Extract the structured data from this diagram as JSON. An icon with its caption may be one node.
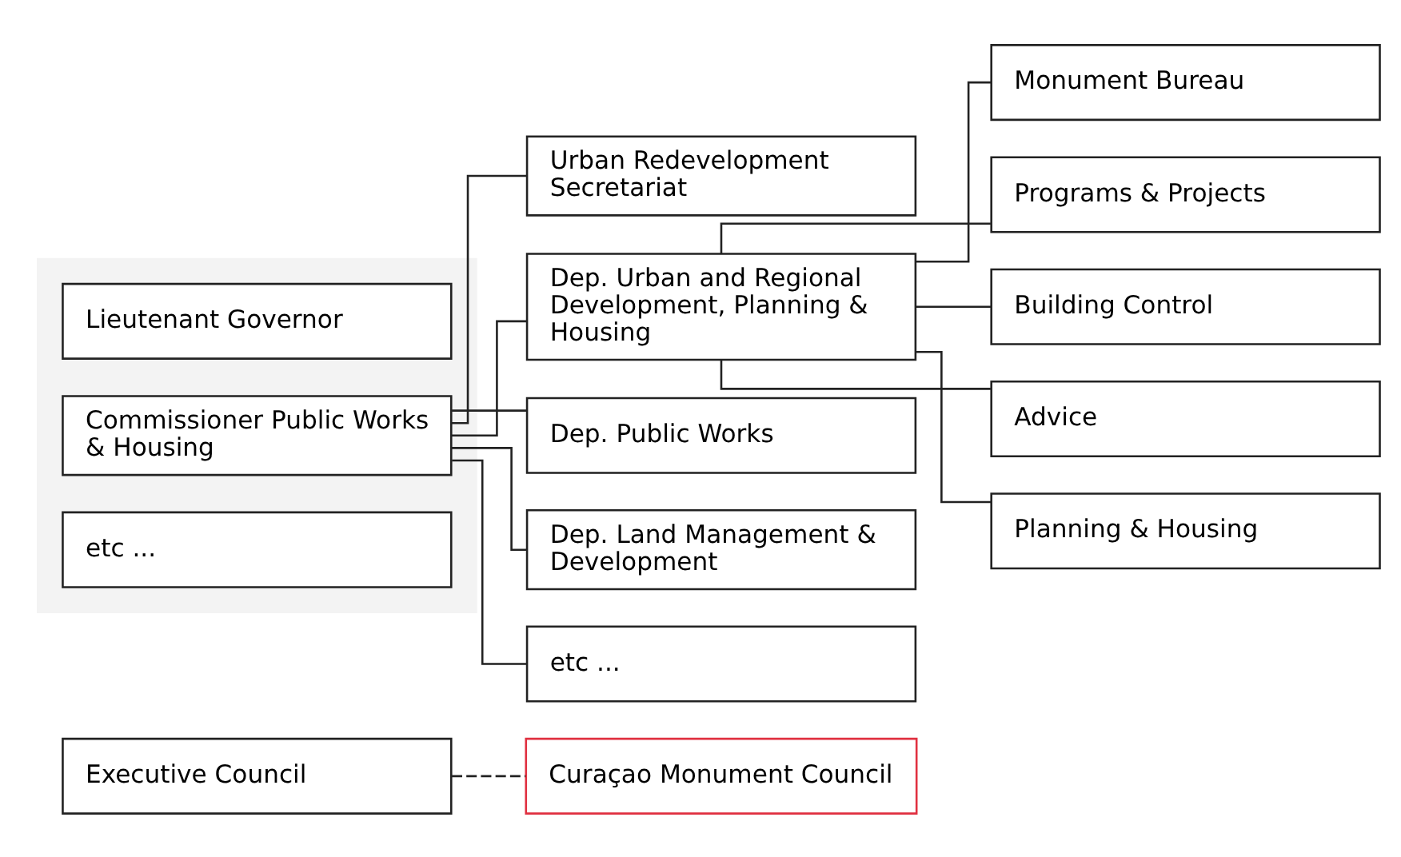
{
  "diagram": {
    "nodes": [
      {
        "text": [
          "Executive Council"
        ]
      },
      {
        "text": [
          "Curaçao Monument Council"
        ]
      },
      {
        "text": [],
        "shape": "box"
      },
      {
        "text": [
          "Lieutenant Governor"
        ],
        "in": 2
      },
      {
        "text": [
          "Commissioner Public Works & Housing"
        ],
        "in": 2
      },
      {
        "text": [
          "etc ..."
        ],
        "in": 2
      },
      {
        "text": [
          "Urban Redevelopment Secretariat"
        ]
      },
      {
        "text": [
          "Dep. Urban and Regional Development, Planning & Housing"
        ]
      },
      {
        "text": [
          "Dep. Public Works"
        ]
      },
      {
        "text": [
          "Dep. Land Management & Development"
        ]
      },
      {
        "text": [
          "etc ..."
        ]
      },
      {
        "text": [
          "Monument Bureau"
        ]
      },
      {
        "text": [
          "Programs & Projects"
        ]
      },
      {
        "text": [
          "Building Control"
        ]
      },
      {
        "text": [
          "Advice"
        ]
      },
      {
        "text": [
          "Planning & Housing"
        ]
      }
    ],
    "edges": [
      {
        "from": 0,
        "to": 1,
        "arrow": "none",
        "style": "dashed"
      },
      {
        "from": 4,
        "to": 6,
        "arrow": "none"
      },
      {
        "from": 4,
        "to": 7,
        "arrow": "none"
      },
      {
        "from": 4,
        "to": 8,
        "arrow": "none"
      },
      {
        "from": 4,
        "to": 9,
        "arrow": "none"
      },
      {
        "from": 4,
        "to": 10,
        "arrow": "none"
      },
      {
        "from": 7,
        "to": 11,
        "arrow": "none"
      },
      {
        "from": 7,
        "to": 12,
        "arrow": "none"
      },
      {
        "from": 7,
        "to": 13,
        "arrow": "none"
      },
      {
        "from": 7,
        "to": 14,
        "arrow": "none"
      },
      {
        "from": 7,
        "to": 15,
        "arrow": "none"
      }
    ]
  }
}
